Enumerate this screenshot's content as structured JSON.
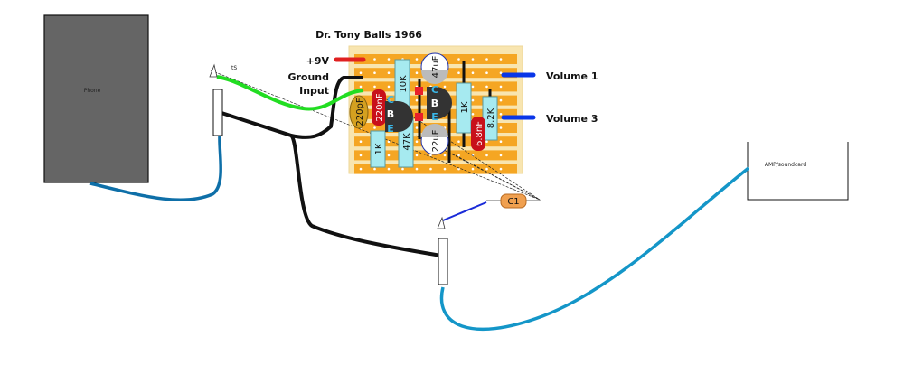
{
  "title": "Dr. Tony Balls 1966",
  "devices": {
    "phone": {
      "label": "Phone"
    },
    "amp": {
      "label": "AMP/soundcard"
    }
  },
  "io_labels": {
    "v9": "+9V",
    "ground": "Ground",
    "input": "Input",
    "volume1": "Volume 1",
    "volume3": "Volume 3"
  },
  "jack_tip_label": "tS",
  "components": {
    "r_10k": "10K",
    "r_1k_top": "1K",
    "r_82k": "8.2K",
    "r_1k_bottom": "1K",
    "r_47k": "47K",
    "c_47uf": "47uF",
    "c_22uf": "22uF",
    "c_220nf": "220nF",
    "c_220pf": "220pF",
    "c_68nf": "6.8nF",
    "c1": "C1"
  },
  "transistor_pins": {
    "c": "C",
    "b": "B",
    "e": "E"
  },
  "colors": {
    "board": "#f8e5b0",
    "strip": "#f5a623",
    "wire_red": "#e02020",
    "wire_black": "#111111",
    "wire_green": "#22dd22",
    "wire_blue": "#0a36e8",
    "cable_blue": "#1496c8",
    "phone_body": "#656565",
    "resistor": "#a6eaf0",
    "cap_red": "#c8101a",
    "cap_tan": "#d4a020"
  }
}
